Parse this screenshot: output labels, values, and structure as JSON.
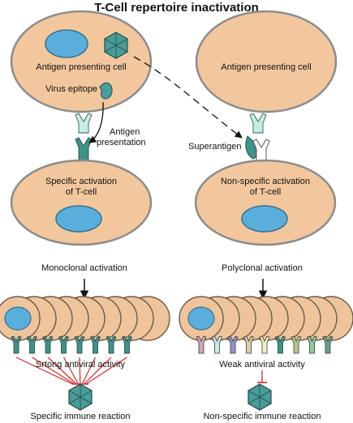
{
  "title": "T-Cell repertoire inactivation",
  "colors": {
    "cell_fill": "#f2c79e",
    "nucleus_fill": "#5aaedc",
    "virus_fill": "#4a9c99",
    "receptor_light": "#c9ece7",
    "receptor_dark": "#3f9287",
    "inhibit_line": "#d9262b"
  },
  "left": {
    "apc_label": "Antigen presenting cell",
    "epitope_label": "Virus epitope",
    "antigen_label_line1": "Antigen",
    "antigen_label_line2": "presentation",
    "tcell_label_line1": "Specific activation",
    "tcell_label_line2": "of T-cell",
    "activation_label": "Monoclonal activation",
    "activity_label": "Srtong antiviral activity",
    "reaction_label": "Specific immune reaction"
  },
  "right": {
    "apc_label": "Antigen presenting cell",
    "superantigen_label": "Superantigen",
    "tcell_label_line1": "Non-specific activation",
    "tcell_label_line2": "of T-cell",
    "activation_label": "Polyclonal activation",
    "activity_label": "Weak antiviral activity",
    "reaction_label": "Non-specific immune reaction"
  },
  "icons": {
    "virus": "virus-icon",
    "epitope": "virus-epitope-icon",
    "receptor": "tcell-receptor-icon",
    "superantigen": "superantigen-icon"
  }
}
